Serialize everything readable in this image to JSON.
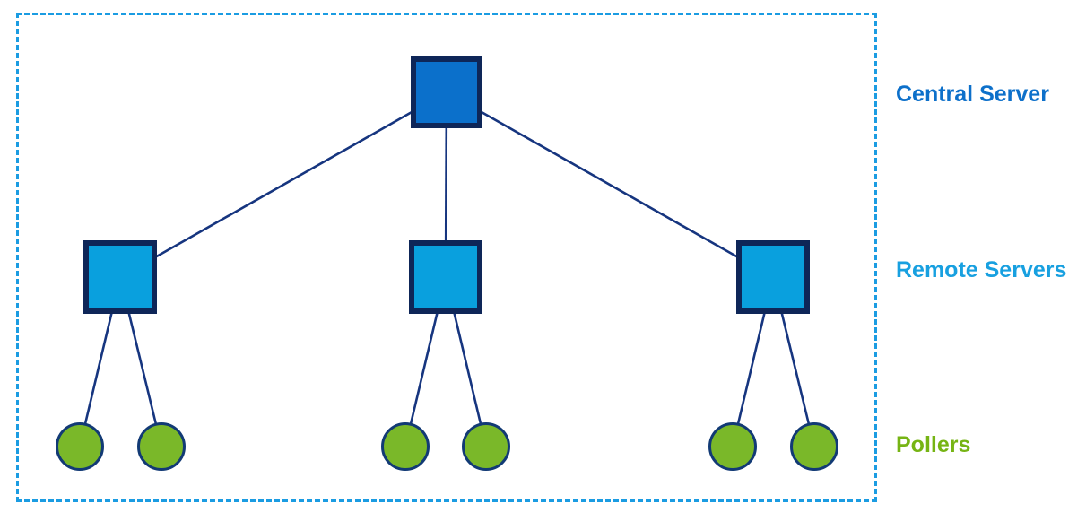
{
  "legend": {
    "central_server": {
      "label": "Central Server",
      "color": "#0d70ca"
    },
    "remote_servers": {
      "label": "Remote Servers",
      "color": "#18a0e0"
    },
    "pollers": {
      "label": "Pollers",
      "color": "#76b414"
    }
  },
  "structure": {
    "central_server_count": 1,
    "remote_server_count": 3,
    "poller_count": 6,
    "pollers_per_remote_server": 2
  },
  "colors": {
    "background": "#ffffff",
    "dashed_frame": "#1b9ce2",
    "central_fill": "#0b70cb",
    "remote_fill": "#09a0de",
    "square_border": "#0e2658",
    "poller_fill": "#7ab829",
    "poller_border": "#123a75",
    "connector": "#16357f"
  }
}
